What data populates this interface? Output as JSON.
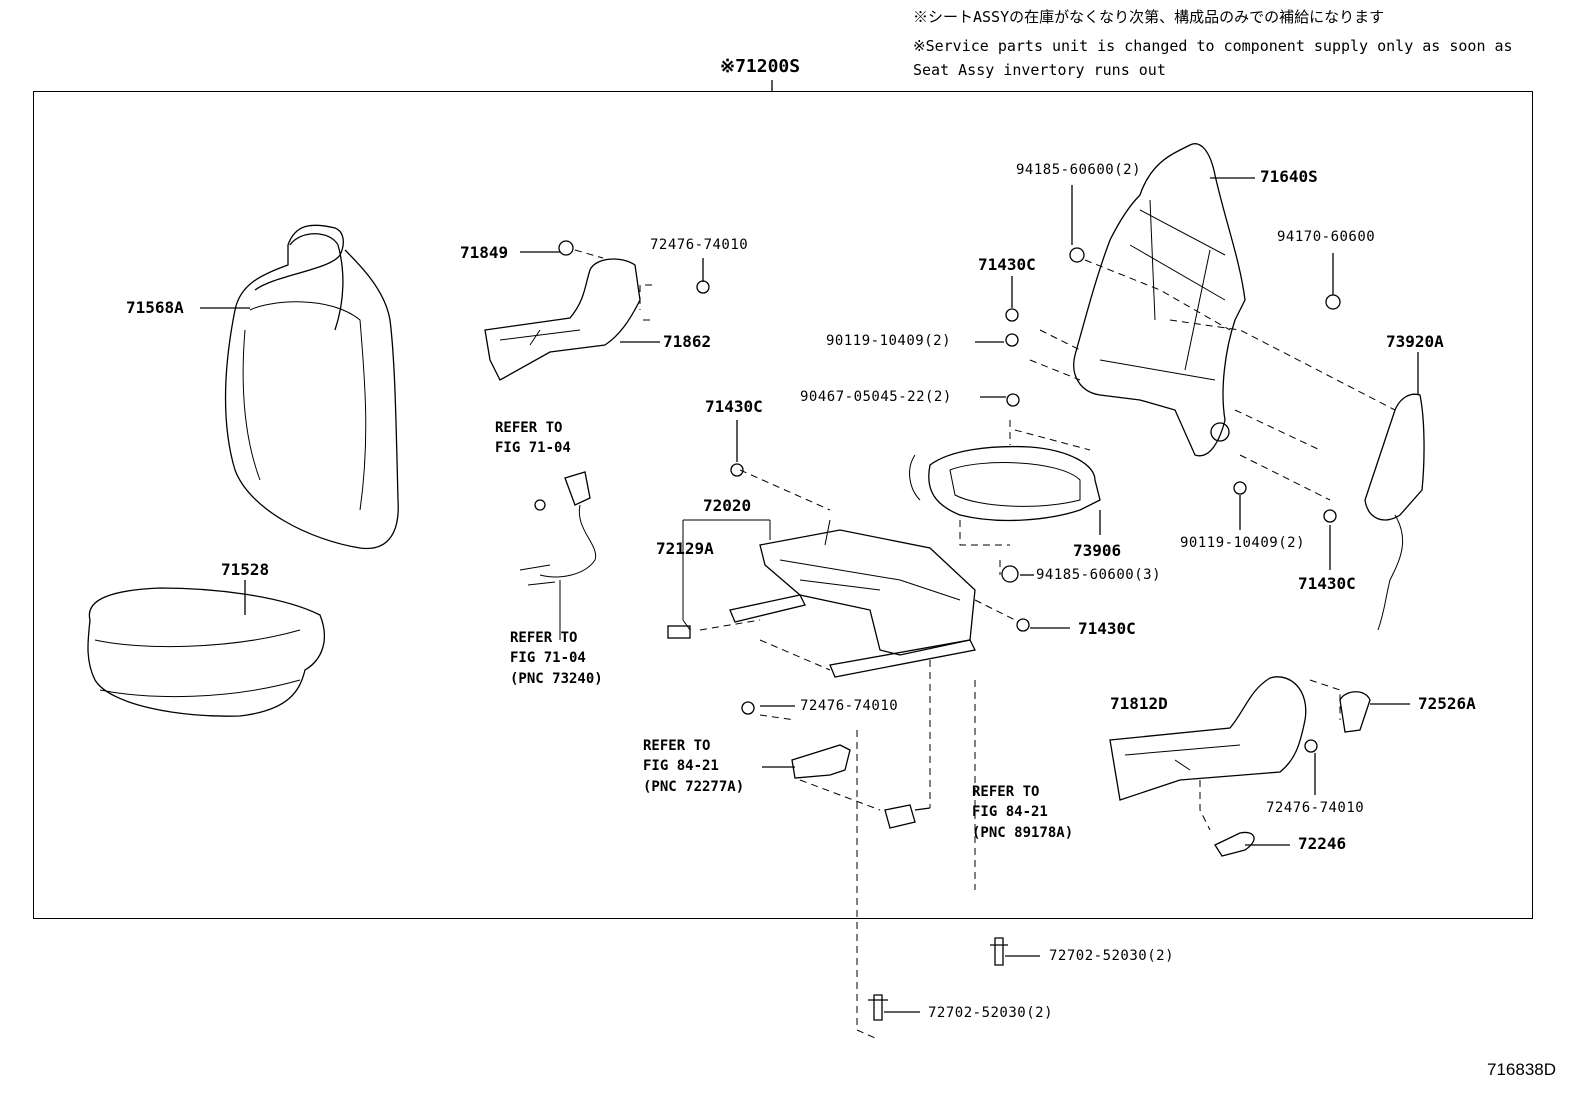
{
  "notes": {
    "jp": "※シートASSYの在庫がなくなり次第、構成品のみでの補給になります",
    "en1": "※Service parts unit is changed to component supply only as soon as",
    "en2": "Seat Assy invertory runs out"
  },
  "assembly_label": "※71200S",
  "figure_id": "716838D",
  "parts": {
    "p71568A": "71568A",
    "p71528": "71528",
    "p71849": "71849",
    "p72476_74010_top": "72476-74010",
    "p71862": "71862",
    "p71430C_a": "71430C",
    "p72020": "72020",
    "p72129A": "72129A",
    "p72476_74010_mid": "72476-74010",
    "p94185_60600_2": "94185-60600(2)",
    "p71640S": "71640S",
    "p94170_60600": "94170-60600",
    "p71430C_b": "71430C",
    "p90119_10409_2_a": "90119-10409(2)",
    "p90467_05045_22_2": "90467-05045-22(2)",
    "p73920A": "73920A",
    "p73906": "73906",
    "p90119_10409_2_b": "90119-10409(2)",
    "p94185_60600_3": "94185-60600(3)",
    "p71430C_c": "71430C",
    "p71430C_d": "71430C",
    "p71812D": "71812D",
    "p72526A": "72526A",
    "p72476_74010_right": "72476-74010",
    "p72246": "72246",
    "p72702_52030_a": "72702-52030(2)",
    "p72702_52030_b": "72702-52030(2)"
  },
  "refs": {
    "r1": "REFER TO\nFIG 71-04",
    "r2": "REFER TO\nFIG 71-04\n(PNC 73240)",
    "r3": "REFER TO\nFIG 84-21\n(PNC 72277A)",
    "r4": "REFER TO\nFIG 84-21\n(PNC 89178A)"
  }
}
